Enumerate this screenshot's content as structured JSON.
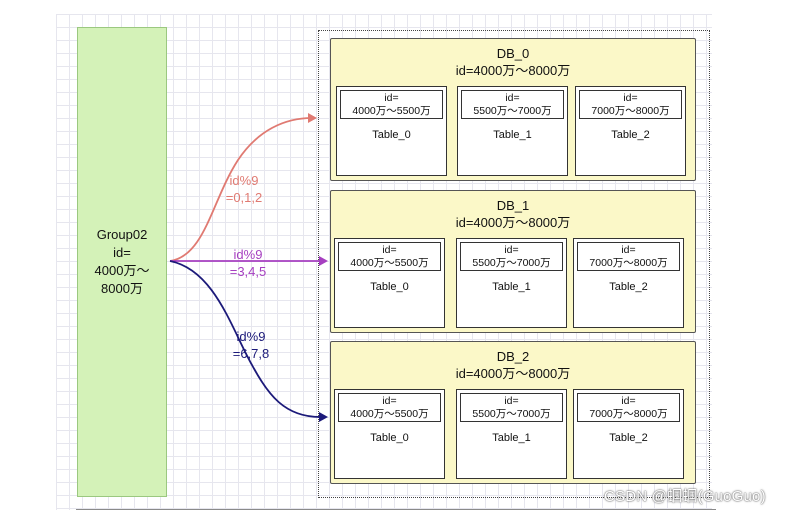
{
  "group": {
    "lines": [
      "Group02",
      "id=",
      "4000万～",
      "8000万"
    ],
    "fill": "#d4f2b8"
  },
  "databases": [
    {
      "name": "DB_0",
      "range": "id=4000万～8000万",
      "tables": [
        {
          "key": "id=",
          "range": "4000万～5500万",
          "name": "Table_0"
        },
        {
          "key": "id=",
          "range": "5500万～7000万",
          "name": "Table_1"
        },
        {
          "key": "id=",
          "range": "7000万～8000万",
          "name": "Table_2"
        }
      ]
    },
    {
      "name": "DB_1",
      "range": "id=4000万～8000万",
      "tables": [
        {
          "key": "id=",
          "range": "4000万～5500万",
          "name": "Table_0"
        },
        {
          "key": "id=",
          "range": "5500万～7000万",
          "name": "Table_1"
        },
        {
          "key": "id=",
          "range": "7000万～8000万",
          "name": "Table_2"
        }
      ]
    },
    {
      "name": "DB_2",
      "range": "id=4000万～8000万",
      "tables": [
        {
          "key": "id=",
          "range": "4000万～5500万",
          "name": "Table_0"
        },
        {
          "key": "id=",
          "range": "5500万～7000万",
          "name": "Table_1"
        },
        {
          "key": "id=",
          "range": "7000万～8000万",
          "name": "Table_2"
        }
      ]
    }
  ],
  "edges": [
    {
      "line1": "id%9",
      "line2": "=0,1,2",
      "color": "#e07a72"
    },
    {
      "line1": "id%9",
      "line2": "=3,4,5",
      "color": "#a63fc0"
    },
    {
      "line1": "id%9",
      "line2": "=6,7,8",
      "color": "#1c1a7a"
    }
  ],
  "colors": {
    "db_fill": "#fbf8c8",
    "table_fill": "#ffffff"
  },
  "watermark": "CSDN @蝈蝈(GuoGuo)"
}
